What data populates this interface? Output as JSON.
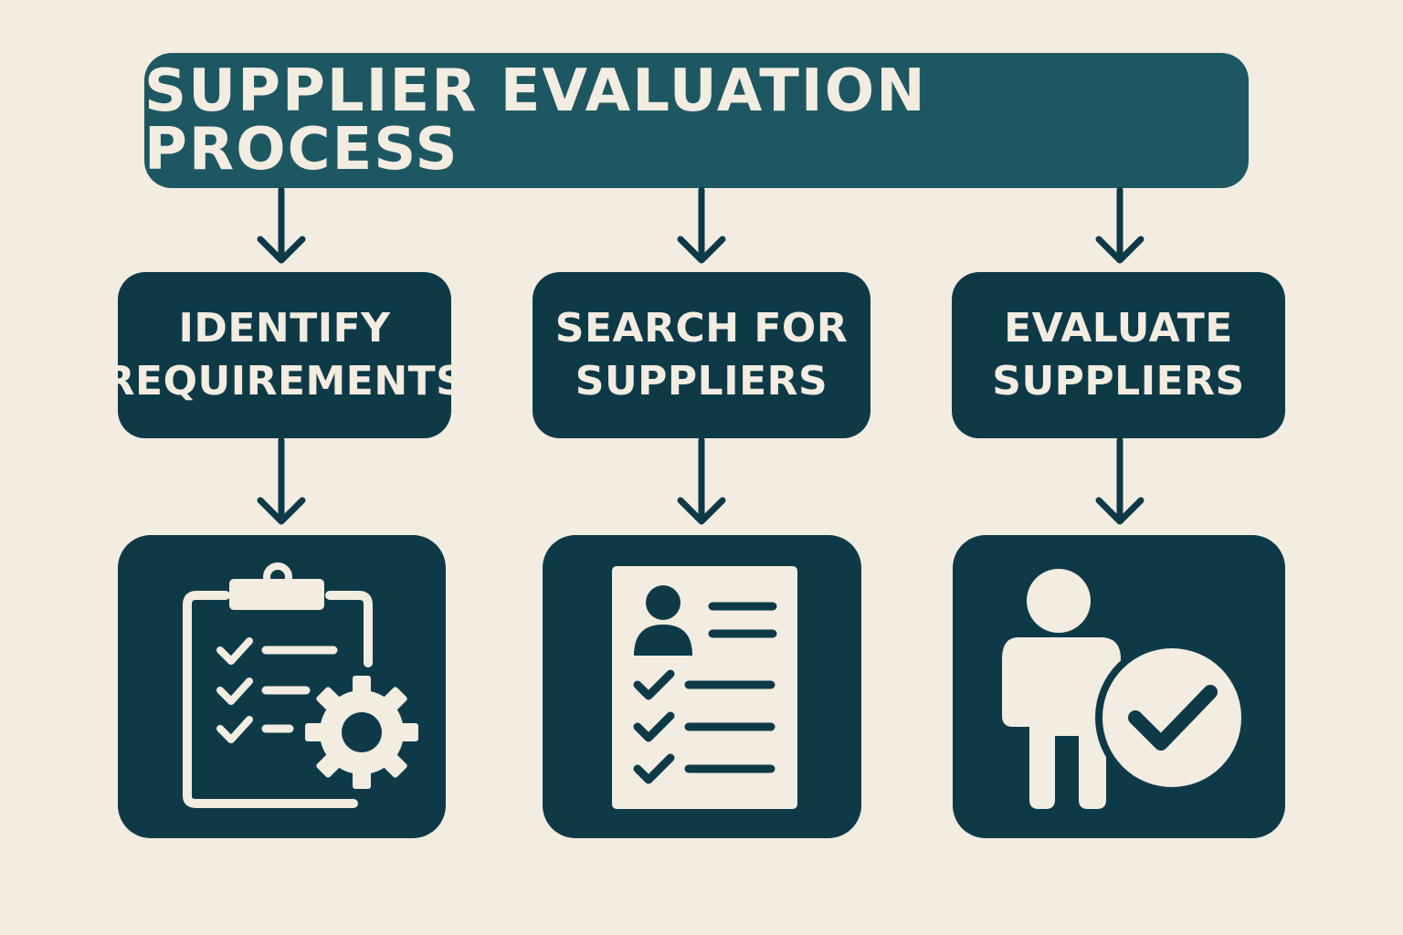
{
  "title": "SUPPLIER EVALUATION PROCESS",
  "steps": [
    {
      "line1": "IDENTIFY",
      "line2": "REQUIREMENTS",
      "icon": "clipboard-gear-icon"
    },
    {
      "line1": "SEARCH FOR",
      "line2": "SUPPLIERS",
      "icon": "supplier-profile-list-icon"
    },
    {
      "line1": "EVALUATE",
      "line2": "SUPPLIERS",
      "icon": "person-check-icon"
    }
  ],
  "colors": {
    "background": "#f3ece1",
    "title_box": "#1d5862",
    "step_box": "#0e3a48",
    "text": "#f3ece1"
  }
}
